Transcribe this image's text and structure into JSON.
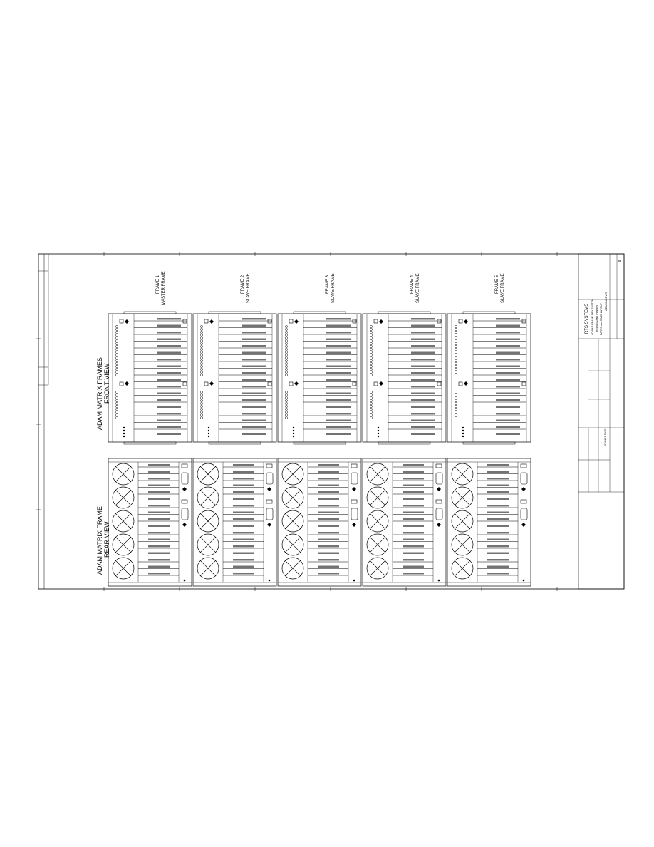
{
  "rear_view": {
    "title_line1": "ADAM MATRIX FRAME",
    "title_line2": "REAR VIEW"
  },
  "front_view": {
    "title_line1": "ADAM MATRIX FRAMES",
    "title_line2": "FRONT VIEW"
  },
  "frames": [
    {
      "number": "FRAME 1",
      "role": "MASTER FRAME"
    },
    {
      "number": "FRAME 2",
      "role": "SLAVE FRAME"
    },
    {
      "number": "FRAME 3",
      "role": "SLAVE FRAME"
    },
    {
      "number": "FRAME 4",
      "role": "SLAVE FRAME"
    },
    {
      "number": "FRAME 5",
      "role": "SLAVE FRAME"
    }
  ],
  "title_block": {
    "company": "RTS SYSTEMS",
    "line1": "ADAM 5 FRAME DPX SYSTEM",
    "line2": "REDUNDANT POWER",
    "line3": "PARTS and CARD LAYOUT",
    "drawing_number": "ADAM5A.DWG",
    "revision": "A"
  },
  "colors": {
    "line": "#000000",
    "background": "#ffffff"
  }
}
